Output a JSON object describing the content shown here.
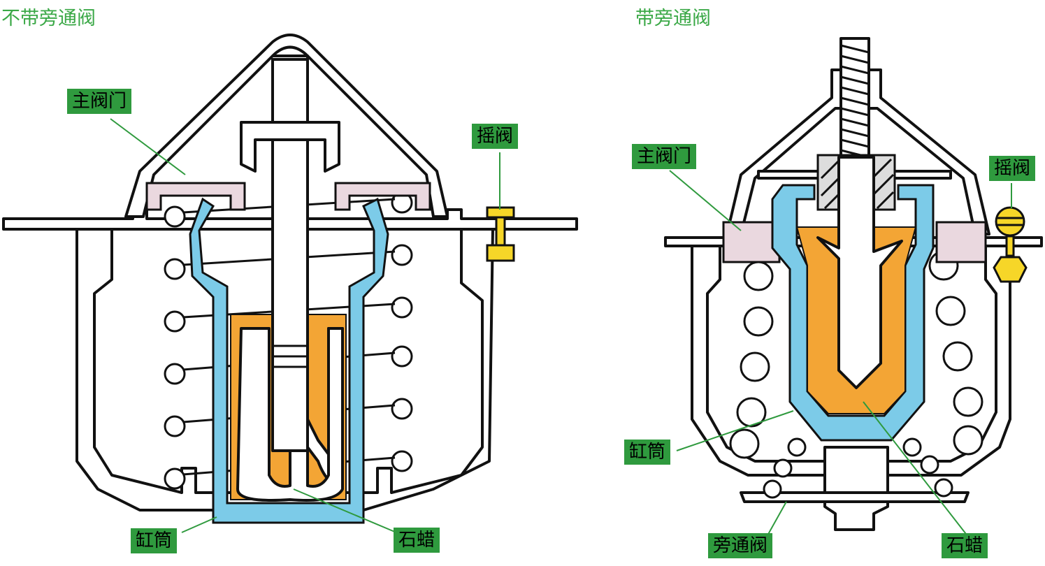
{
  "left_diagram": {
    "title": "不带旁通阀",
    "labels": {
      "main_valve": "主阀门",
      "rocker_valve": "摇阀",
      "cylinder": "缸筒",
      "wax": "石蜡"
    }
  },
  "right_diagram": {
    "title": "带旁通阀",
    "labels": {
      "main_valve": "主阀门",
      "rocker_valve": "摇阀",
      "cylinder": "缸筒",
      "bypass_valve": "旁通阀",
      "wax": "石蜡"
    }
  },
  "colors": {
    "label_bg": "#2f9a3e",
    "title_text": "#3aa846",
    "cylinder": "#7ccbe8",
    "wax": "#f3a535",
    "valve_seat": "#ead8df",
    "rocker_valve": "#f6d628"
  }
}
